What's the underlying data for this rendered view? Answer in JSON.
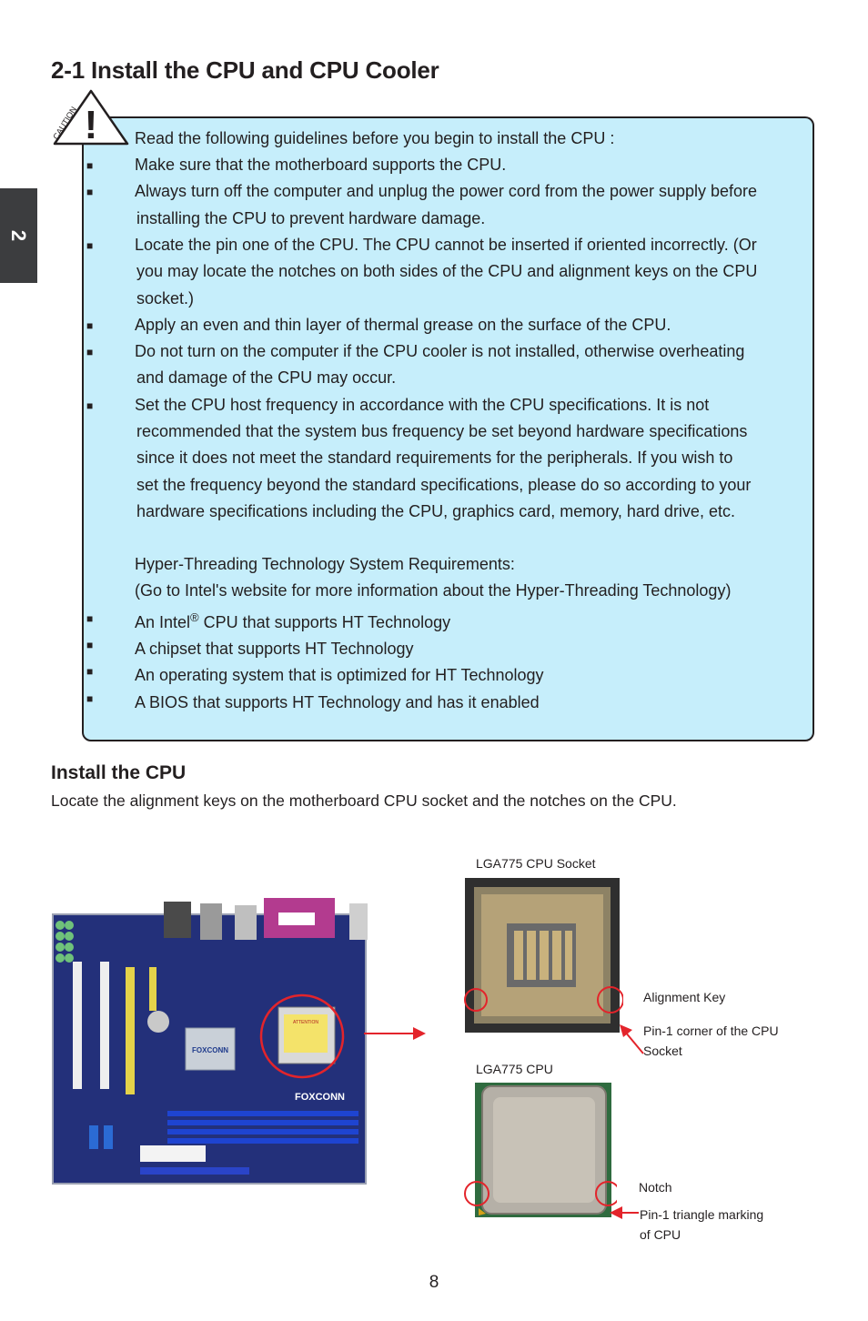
{
  "side_tab": {
    "chapter": "2"
  },
  "title": "2-1 Install the CPU and CPU Cooler",
  "caution": {
    "icon_label": "CAUTION",
    "intro": "Read the following guidelines before you begin to install the CPU :",
    "bullets": [
      [
        "Make sure that the motherboard supports the CPU."
      ],
      [
        "Always turn off the computer and unplug the power cord from the power supply before",
        "installing the CPU to prevent hardware damage."
      ],
      [
        "Locate the pin one of the CPU. The CPU cannot be inserted if oriented incorrectly. (Or",
        "you may locate the notches on both sides of the CPU and alignment keys on the CPU",
        "socket.)"
      ],
      [
        "Apply an even and thin layer of thermal grease on the surface of the CPU."
      ],
      [
        "Do not turn on the computer if the CPU cooler is not installed, otherwise overheating",
        "and damage of the CPU may occur."
      ],
      [
        "Set the CPU host frequency in accordance with the CPU specifications. It is not",
        "recommended that the system bus frequency be set beyond hardware specifications",
        "since it does not meet the standard requirements for the peripherals. If you wish to",
        "set the frequency beyond the standard specifications, please do so according to your",
        "hardware specifications including the CPU, graphics card, memory, hard drive, etc."
      ]
    ],
    "ht_heading": "Hyper-Threading Technology System Requirements:",
    "ht_note": "(Go to Intel's website for more information about the Hyper-Threading Technology)",
    "ht_bullets": [
      {
        "pre": "An Intel",
        "sup": "®",
        "post": " CPU that supports HT Technology"
      },
      {
        "pre": "A chipset that supports HT Technology",
        "sup": "",
        "post": ""
      },
      {
        "pre": "An operating system that is optimized for HT Technology",
        "sup": "",
        "post": ""
      },
      {
        "pre": "A BIOS that supports HT Technology and has it enabled",
        "sup": "",
        "post": ""
      }
    ]
  },
  "install": {
    "heading": "Install the CPU",
    "description": "Locate the alignment keys on the motherboard CPU socket and the notches on the CPU."
  },
  "figure": {
    "socket_label": "LGA775 CPU Socket",
    "alignment_key_label": "Alignment Key",
    "pin1_socket_label_1": "Pin-1 corner of the CPU",
    "pin1_socket_label_2": "Socket",
    "cpu_label": "LGA775 CPU",
    "notch_label": "Notch",
    "pin1_cpu_label_1": "Pin-1 triangle marking",
    "pin1_cpu_label_2": "of CPU",
    "board_brand": "FOXCONN",
    "chip_brand": "FOXCONN",
    "socket_sticker": "ATTENTION",
    "annotation_color": "#e3242b"
  },
  "page_number": "8"
}
